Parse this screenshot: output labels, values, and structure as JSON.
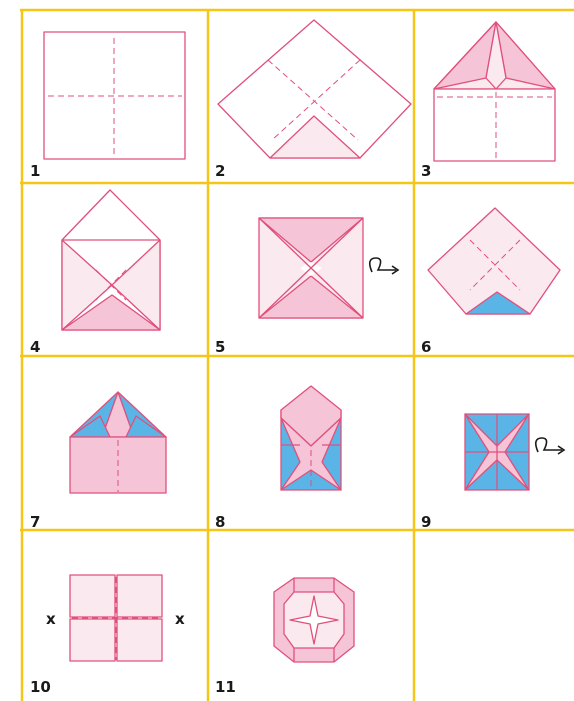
{
  "colors": {
    "grid_line": "#f5c518",
    "outline": "#e0507c",
    "paper_light": "#fbe9f0",
    "paper_pink": "#f5c4d6",
    "paper_blue": "#5ab4e6"
  },
  "steps": [
    {
      "number": "1"
    },
    {
      "number": "2"
    },
    {
      "number": "3"
    },
    {
      "number": "4"
    },
    {
      "number": "5",
      "turn_over_icon": "turn-over-arrow"
    },
    {
      "number": "6"
    },
    {
      "number": "7"
    },
    {
      "number": "8"
    },
    {
      "number": "9",
      "turn_over_icon": "turn-over-arrow"
    },
    {
      "number": "10",
      "marks": [
        "x",
        "x"
      ]
    },
    {
      "number": "11"
    }
  ]
}
